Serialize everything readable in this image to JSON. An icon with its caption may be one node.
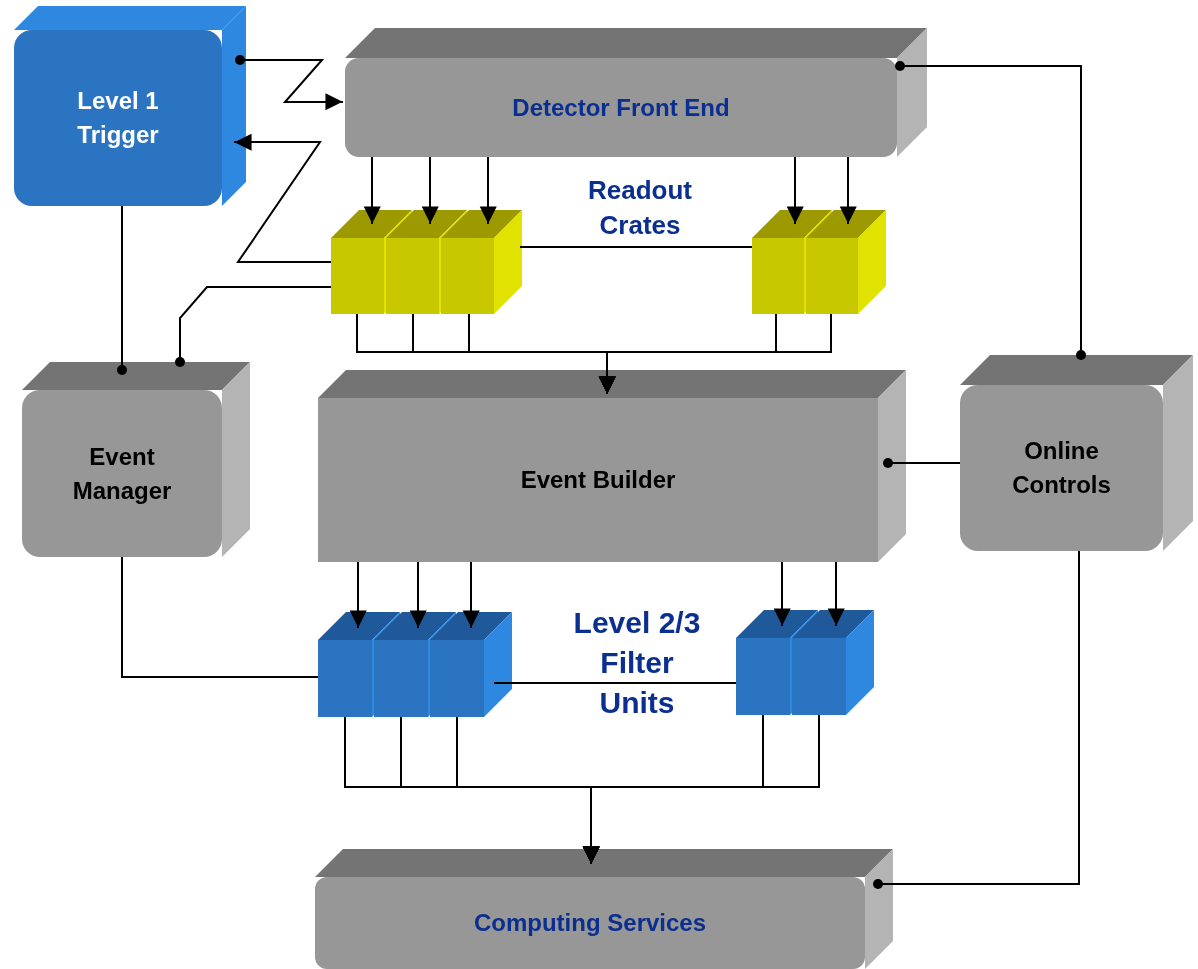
{
  "diagram": {
    "nodes": [
      {
        "text": [
          "Level 1 Trigger"
        ]
      },
      {
        "text": [
          "Detector Front End"
        ]
      },
      {
        "text": [],
        "shape": "box"
      },
      {
        "text": [],
        "shape": "box"
      },
      {
        "text": [],
        "shape": "box"
      },
      {
        "text": [],
        "shape": "box"
      },
      {
        "text": [],
        "shape": "box"
      },
      {
        "text": [
          "Event Manager"
        ]
      },
      {
        "text": [
          "Event Builder"
        ]
      },
      {
        "text": [
          "Online Controls"
        ]
      },
      {
        "text": [],
        "shape": "box"
      },
      {
        "text": [],
        "shape": "box"
      },
      {
        "text": [],
        "shape": "box"
      },
      {
        "text": [],
        "shape": "box"
      },
      {
        "text": [],
        "shape": "box"
      },
      {
        "text": [
          "Computing Services"
        ]
      }
    ],
    "edges": [
      {
        "from": 0,
        "to": 1,
        "arrow": "to"
      },
      {
        "from": 2,
        "to": 0,
        "arrow": "to"
      },
      {
        "from": 2,
        "to": 7,
        "arrow": "other"
      },
      {
        "from": 0,
        "to": 7,
        "arrow": "other"
      },
      {
        "from": 1,
        "to": 2,
        "arrow": "to"
      },
      {
        "from": 1,
        "to": 3,
        "arrow": "to"
      },
      {
        "from": 1,
        "to": 4,
        "arrow": "to"
      },
      {
        "from": 1,
        "to": 5,
        "arrow": "to"
      },
      {
        "from": 1,
        "to": 6,
        "arrow": "to"
      },
      {
        "from": 4,
        "to": 5,
        "arrow": "none"
      },
      {
        "from": 2,
        "to": 8,
        "arrow": "to"
      },
      {
        "from": 3,
        "to": 8,
        "arrow": "to"
      },
      {
        "from": 4,
        "to": 8,
        "arrow": "to"
      },
      {
        "from": 5,
        "to": 8,
        "arrow": "to"
      },
      {
        "from": 6,
        "to": 8,
        "arrow": "to"
      },
      {
        "from": 7,
        "to": 10,
        "arrow": "none"
      },
      {
        "from": 8,
        "to": 10,
        "arrow": "to"
      },
      {
        "from": 8,
        "to": 11,
        "arrow": "to"
      },
      {
        "from": 8,
        "to": 12,
        "arrow": "to"
      },
      {
        "from": 8,
        "to": 13,
        "arrow": "to"
      },
      {
        "from": 8,
        "to": 14,
        "arrow": "to"
      },
      {
        "from": 12,
        "to": 13,
        "arrow": "none"
      },
      {
        "from": 10,
        "to": 15,
        "arrow": "to"
      },
      {
        "from": 11,
        "to": 15,
        "arrow": "to"
      },
      {
        "from": 12,
        "to": 15,
        "arrow": "to"
      },
      {
        "from": 13,
        "to": 15,
        "arrow": "to"
      },
      {
        "from": 14,
        "to": 15,
        "arrow": "to"
      },
      {
        "from": 1,
        "to": 9,
        "arrow": "other"
      },
      {
        "from": 9,
        "to": 8,
        "arrow": "other"
      },
      {
        "from": 9,
        "to": 15,
        "arrow": "other"
      }
    ],
    "labels": [
      "Readout Crates",
      "Level 2/3 Filter Units"
    ]
  }
}
